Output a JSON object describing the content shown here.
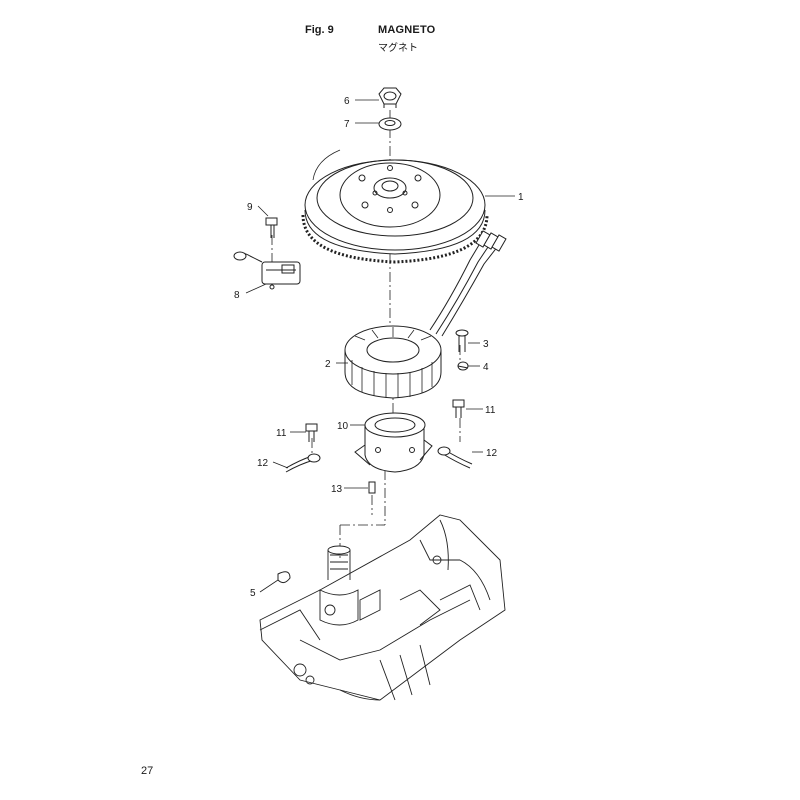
{
  "header": {
    "figure_number": "Fig. 9",
    "title": "MAGNETO",
    "subtitle": "マグネト"
  },
  "footer": {
    "page_number": "27"
  },
  "callouts": [
    "1",
    "2",
    "3",
    "4",
    "5",
    "6",
    "7",
    "8",
    "9",
    "10",
    "11",
    "11",
    "12",
    "12",
    "13"
  ]
}
